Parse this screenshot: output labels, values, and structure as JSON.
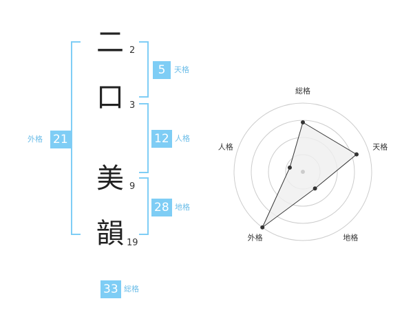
{
  "name": {
    "chars": [
      {
        "char": "二",
        "strokes": "2"
      },
      {
        "char": "口",
        "strokes": "3"
      },
      {
        "char": "美",
        "strokes": "9"
      },
      {
        "char": "韻",
        "strokes": "19"
      }
    ]
  },
  "fortune": {
    "tenkaku": {
      "value": "5",
      "label": "天格"
    },
    "jinkaku": {
      "value": "12",
      "label": "人格"
    },
    "chikaku": {
      "value": "28",
      "label": "地格"
    },
    "gaikaku": {
      "value": "21",
      "label": "外格"
    },
    "soukaku": {
      "value": "33",
      "label": "総格"
    }
  },
  "chart_data": {
    "type": "radar",
    "axes": [
      "総格",
      "天格",
      "地格",
      "外格",
      "人格"
    ],
    "values": [
      3.6,
      4.1,
      1.5,
      5,
      1
    ],
    "max": 5,
    "rings": 4,
    "colors": {
      "fill": "#efefef",
      "stroke": "#333333",
      "grid": "#cccccc"
    }
  }
}
